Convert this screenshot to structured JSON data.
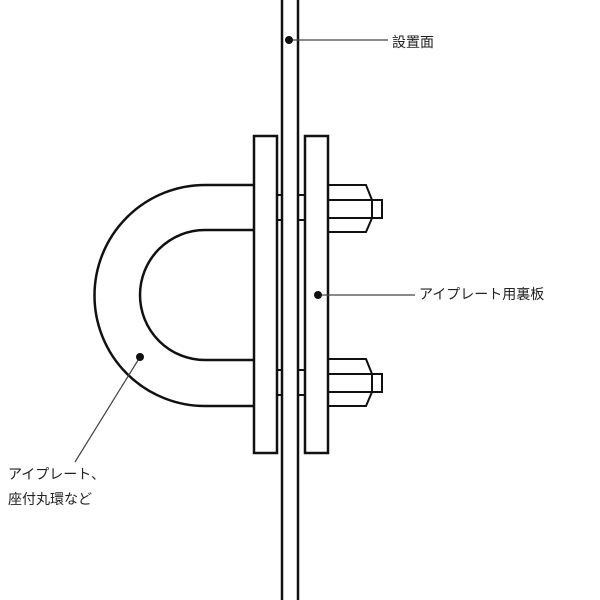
{
  "labels": {
    "mounting_surface": "設置面",
    "backing_plate": "アイプレート用裏板",
    "eye_plate_line1": "アイプレート、",
    "eye_plate_line2": "座付丸環など"
  },
  "colors": {
    "stroke": "#111111",
    "leader": "#444444"
  }
}
